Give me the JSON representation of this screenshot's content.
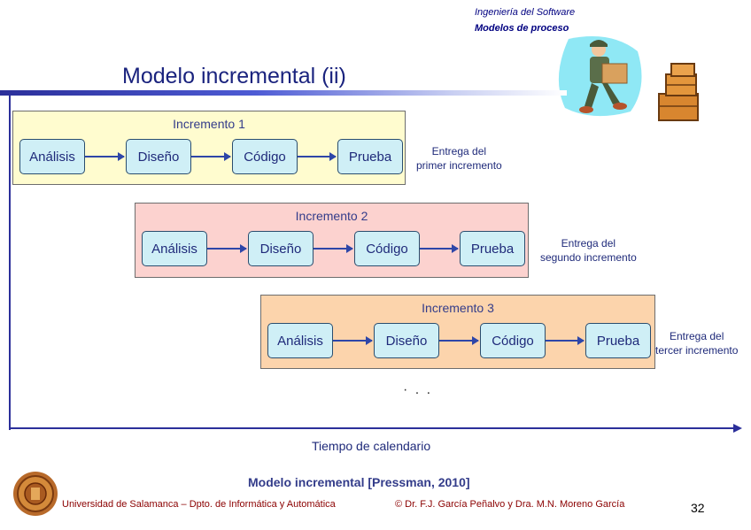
{
  "header": {
    "course": "Ingeniería del Software",
    "topic": "Modelos de proceso"
  },
  "slide": {
    "title": "Modelo incremental (ii)",
    "time_axis_label": "Tiempo de calendario",
    "continuation": "· . .",
    "caption": "Modelo incremental [Pressman, 2010]"
  },
  "increments": [
    {
      "label": "Incremento 1",
      "stages": [
        "Análisis",
        "Diseño",
        "Código",
        "Prueba"
      ],
      "delivery": [
        "Entrega del",
        "primer incremento"
      ],
      "color": "#fffccf"
    },
    {
      "label": "Incremento 2",
      "stages": [
        "Análisis",
        "Diseño",
        "Código",
        "Prueba"
      ],
      "delivery": [
        "Entrega del",
        "segundo incremento"
      ],
      "color": "#fcd2cf"
    },
    {
      "label": "Incremento 3",
      "stages": [
        "Análisis",
        "Diseño",
        "Código",
        "Prueba"
      ],
      "delivery": [
        "Entrega del",
        "tercer incremento"
      ],
      "color": "#fcd4ac"
    }
  ],
  "footer": {
    "university": "Universidad de Salamanca – Dpto. de Informática y Automática",
    "authors": "© Dr. F.J. García Peñalvo y Dra. M.N. Moreno García",
    "page": "32"
  },
  "icons": {
    "seal": "university-seal-icon",
    "courier": "delivery-man-icon",
    "boxes": "stacked-boxes-icon"
  }
}
